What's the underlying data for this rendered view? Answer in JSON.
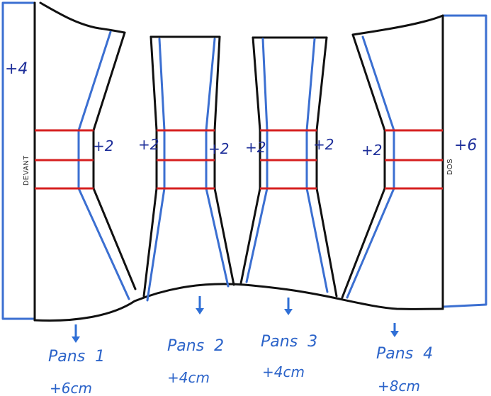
{
  "side_labels": {
    "front": "DEVANT",
    "back": "DOS"
  },
  "adjustments": {
    "front_extension": "+4",
    "back_extension": "+6",
    "panel1_right": "+2",
    "panel2_left": "+2",
    "panel2_right": "+2",
    "panel3_left": "+2",
    "panel3_right": "+2",
    "panel4_left": "+2"
  },
  "panels": [
    {
      "name": "Pans  1",
      "length": "+6cm"
    },
    {
      "name": "Pans  2",
      "length": "+4cm"
    },
    {
      "name": "Pans  3",
      "length": "+4cm"
    },
    {
      "name": "Pans  4",
      "length": "+8cm"
    }
  ],
  "colors": {
    "outline": "#111111",
    "alteration_lines": "#3b6fd1",
    "reference_lines": "#d62020",
    "labels": "#1e2f9a",
    "captions": "#2b63c9"
  }
}
